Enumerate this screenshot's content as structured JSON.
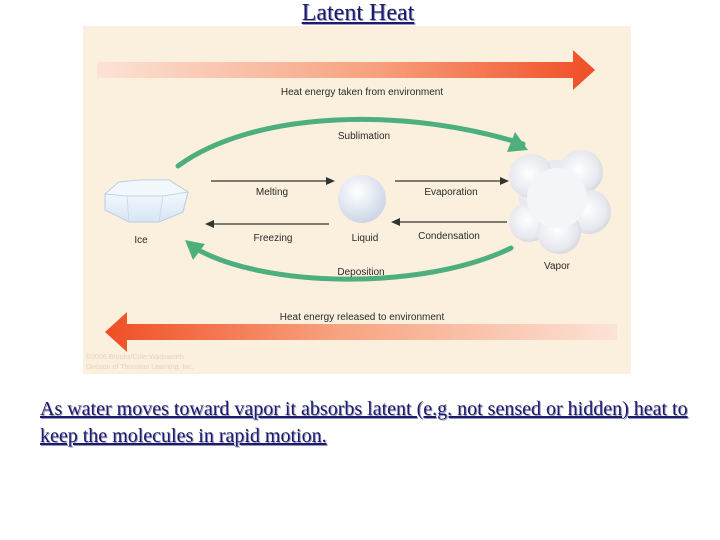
{
  "title": "Latent Heat",
  "diagram": {
    "top_band_label": "Heat energy taken from environment",
    "bottom_band_label": "Heat energy released to environment",
    "phases": {
      "ice": "Ice",
      "liquid": "Liquid",
      "vapor": "Vapor"
    },
    "processes": {
      "sublimation": "Sublimation",
      "melting": "Melting",
      "evaporation": "Evaporation",
      "freezing": "Freezing",
      "condensation": "Condensation",
      "deposition": "Deposition"
    },
    "credit_line1": "©2006 Brooks/Cole-Wadsworth",
    "credit_line2": "Division of Thomson Learning, Inc.",
    "colors": {
      "background": "#fbf0dd",
      "band_arrow": "#f15a30",
      "curved_arrow": "#4caf7d"
    }
  },
  "caption": "As water moves toward vapor it absorbs latent (e.g. not sensed or hidden) heat to keep the molecules in rapid motion."
}
